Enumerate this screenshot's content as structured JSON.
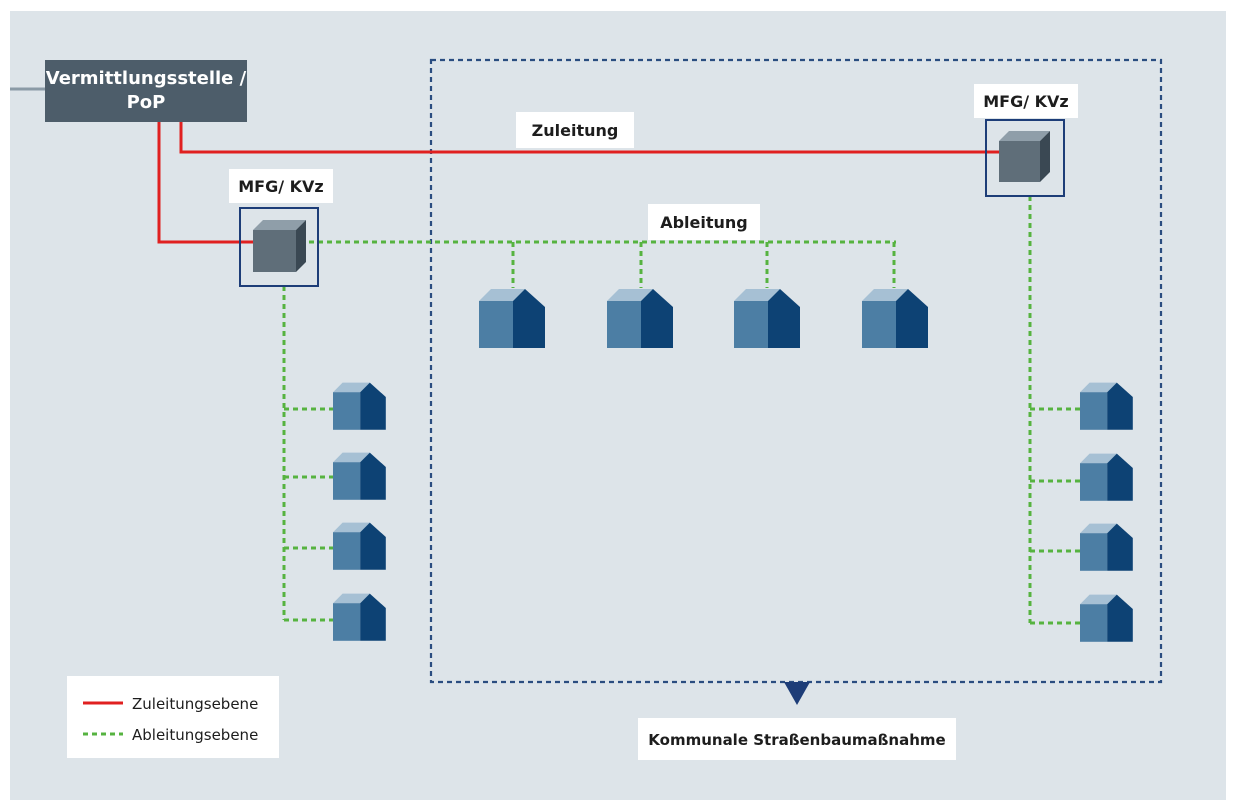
{
  "labels": {
    "pop": [
      "Vermittlungsstelle /",
      "PoP"
    ],
    "cabinet_left": "MFG/ KVz",
    "cabinet_right": "MFG/ KVz",
    "feeder_line": "Zuleitung",
    "drop_line": "Ableitung",
    "construction_zone": "Kommunale Straßenbaumaßnahme"
  },
  "legend": {
    "feeder": "Zuleitungsebene",
    "drop": "Ableitungsebene"
  },
  "colors": {
    "background": "#dde4e9",
    "frame": "#ffffff",
    "feeder_line": "#e02020",
    "drop_line": "#56b340",
    "zone_border": "#2a4d80",
    "pop_box": "#4d5d6a",
    "cabinet_frame": "#1d3d78",
    "house_dark": "#0d4274",
    "house_light": "#4c7ea4"
  },
  "icons": {
    "house": "house-icon",
    "cabinet": "cabinet-icon",
    "arrow": "triangle-down-icon"
  }
}
